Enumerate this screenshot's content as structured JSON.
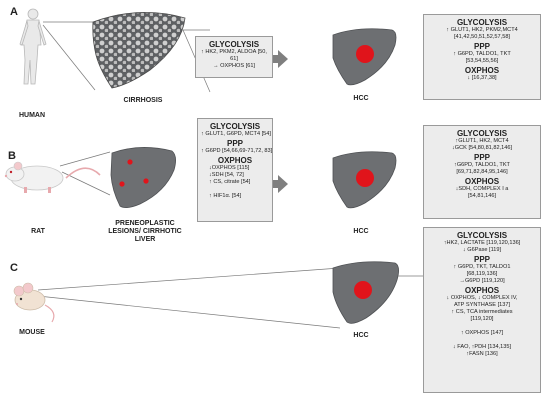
{
  "panels": [
    {
      "letter": "A",
      "species": "HUMAN",
      "tissue_label": "CIRRHOSIS",
      "tumor_label": "HCC",
      "middle_box": {
        "sections": [
          {
            "header": "GLYCOLYSIS",
            "lines": [
              "↑ HK2, PKM2, ALDOA [50,",
              "61]",
              "→ OXPHOS [61]"
            ]
          }
        ]
      },
      "right_box": {
        "sections": [
          {
            "header": "GLYCOLYSIS",
            "lines": [
              "↑ GLUT1, HK2, PKM2,MCT4",
              "[41,42,50,51,52,57,58]"
            ]
          },
          {
            "header": "PPP",
            "lines": [
              "↑ G6PD, TALDO1, TKT",
              "[53,54,55,56]"
            ]
          },
          {
            "header": "OXPHOS",
            "lines": [
              "↓ [16,37,38]"
            ]
          }
        ]
      }
    },
    {
      "letter": "B",
      "species": "RAT",
      "tissue_label": "PRENEOPLASTIC LESIONS/ CIRRHOTIC LIVER",
      "tumor_label": "HCC",
      "middle_box": {
        "sections": [
          {
            "header": "GLYCOLYSIS",
            "lines": [
              "↑ GLUT1, G6PD, MCT4 [54]"
            ]
          },
          {
            "header": "PPP",
            "lines": [
              "↑ G6PD [54,66,69-71,72, 83]"
            ]
          },
          {
            "header": "OXPHOS",
            "lines": [
              "↓OXPHOS [115]",
              "↓SDH [54, 72]",
              "↑ CS, citrate [54]",
              "",
              "↑ HIF1α. [54]"
            ]
          }
        ]
      },
      "right_box": {
        "sections": [
          {
            "header": "GLYCOLYSIS",
            "lines": [
              "↑GLUT1, HK2, MCT4",
              "↓GCK [54,80,81,82,146]"
            ]
          },
          {
            "header": "PPP",
            "lines": [
              "↑G6PD, TALDO1, TKT",
              "[69,71,82,84,95,146]"
            ]
          },
          {
            "header": "OXPHOS",
            "lines": [
              "↓SDH, COMPLEX I a",
              "[54,81,146]"
            ]
          }
        ]
      }
    },
    {
      "letter": "C",
      "species": "MOUSE",
      "tumor_label": "HCC",
      "right_box": {
        "sections": [
          {
            "header": "GLYCOLYSIS",
            "lines": [
              "↑HK2, LACTATE [119,120,136]",
              "↓ G6Pase [119]"
            ]
          },
          {
            "header": "PPP",
            "lines": [
              "↑ G6PD, TKT, TALDO1",
              "[68,119,136]",
              "→G6PD [119,120]"
            ]
          },
          {
            "header": "OXPHOS",
            "lines": [
              "↓ OXPHOS, ↓ COMPLEX IV,",
              "ATP SYNTHASE [137]",
              "↑ CS, TCA intermediates",
              "[119,120]",
              "",
              "↑ OXPHOS [147]",
              "",
              "↓ FAO, ↑PDH [134,135]",
              "↑FASN [136]"
            ]
          }
        ]
      }
    }
  ],
  "colors": {
    "liver": "#6d6f72",
    "liver_dark": "#55575a",
    "tumor": "#e0141b",
    "cirrhosis_nodule": "#c9c9c9",
    "box_bg": "#ececec",
    "arrow": "#7f7f7f"
  }
}
